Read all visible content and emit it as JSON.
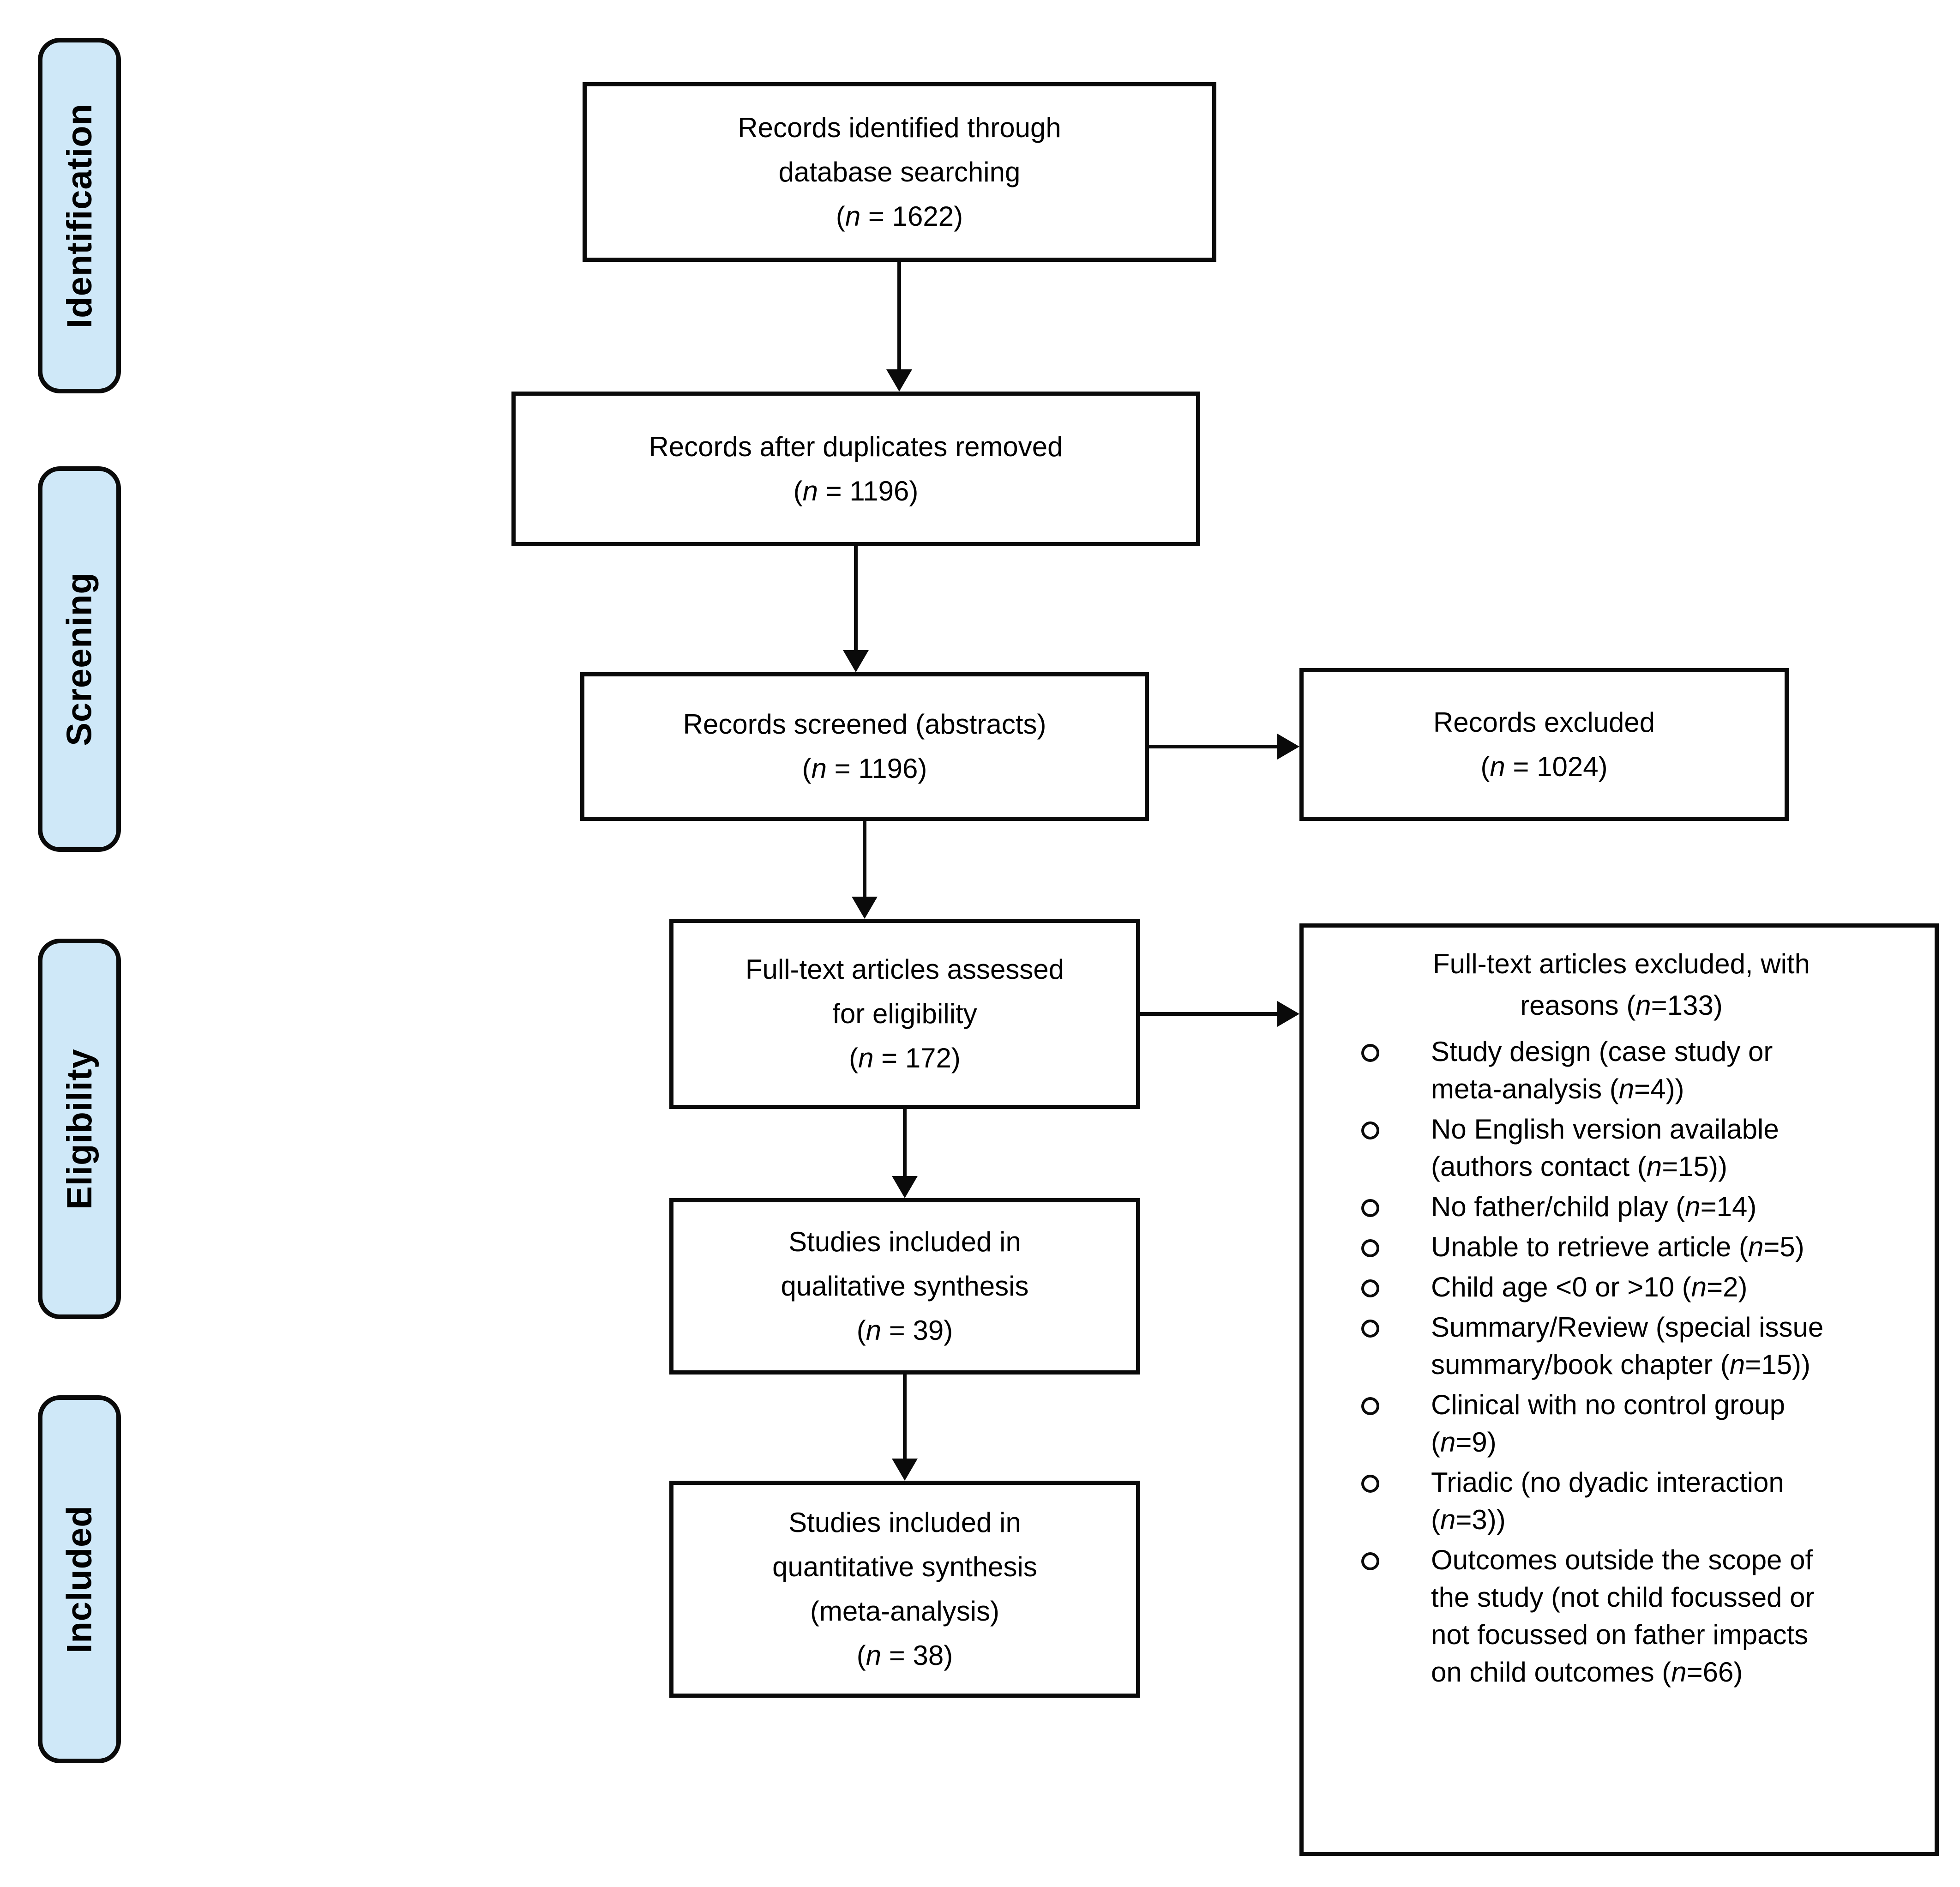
{
  "colors": {
    "stage_fill": "#cfe8f8",
    "line_and_border": "#0a0a0a",
    "background": "#ffffff"
  },
  "stages": [
    {
      "label": "Identification"
    },
    {
      "label": "Screening"
    },
    {
      "label": "Eligibility"
    },
    {
      "label": "Included"
    }
  ],
  "boxes": {
    "identified": {
      "lines": [
        "Records identified through",
        "database searching",
        "(n = 1622)"
      ]
    },
    "duplicates_removed": {
      "lines": [
        "Records after duplicates removed",
        "(n = 1196)"
      ]
    },
    "screened": {
      "lines": [
        "Records screened (abstracts)",
        "(n = 1196)"
      ]
    },
    "records_excluded": {
      "lines": [
        "Records excluded",
        "(n = 1024)"
      ]
    },
    "fulltext_assessed": {
      "lines": [
        "Full-text articles assessed",
        "for eligibility",
        "(n = 172)"
      ]
    },
    "qualitative": {
      "lines": [
        "Studies included in",
        "qualitative synthesis",
        "(n = 39)"
      ]
    },
    "quantitative": {
      "lines": [
        "Studies included in",
        "quantitative synthesis",
        "(meta-analysis)",
        "(n = 38)"
      ]
    },
    "fulltext_excluded": {
      "heading": "Full-text articles excluded, with\nreasons (n=133)",
      "items": [
        "Study design (case study or\nmeta-analysis (n=4))",
        "No English version available\n(authors contact (n=15))",
        "No father/child play (n=14)",
        "Unable to retrieve article (n=5)",
        "Child age <0 or >10 (n=2)",
        "Summary/Review (special issue\nsummary/book chapter (n=15))",
        "Clinical with no control group\n(n=9)",
        "Triadic (no dyadic interaction\n(n=3))",
        "Outcomes outside the scope of\nthe study (not child focussed or\nnot focussed on father impacts\non child outcomes (n=66)"
      ]
    }
  }
}
